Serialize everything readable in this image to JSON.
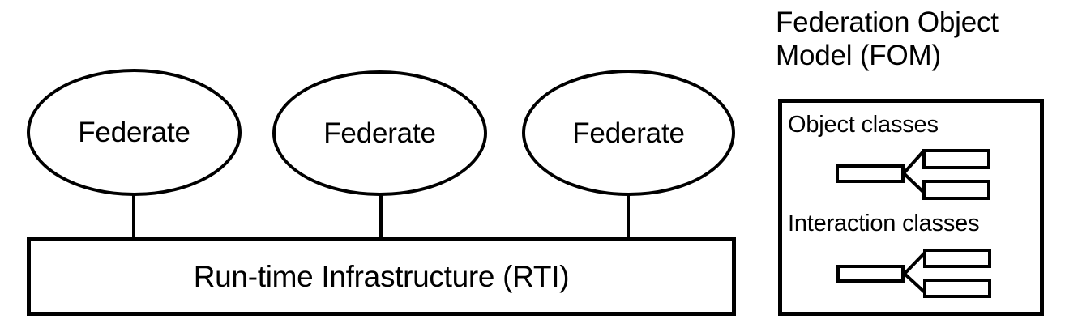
{
  "diagram": {
    "title_visible": false,
    "background_color": "#ffffff",
    "stroke_color": "#000000"
  },
  "federation": {
    "nodes": [
      {
        "label": "Federate",
        "shape": "ellipse"
      },
      {
        "label": "Federate",
        "shape": "ellipse"
      },
      {
        "label": "Federate",
        "shape": "ellipse"
      }
    ],
    "bus": {
      "label": "Run-time Infrastructure (RTI)",
      "shape": "rectangle"
    },
    "connectors": [
      {
        "from": "federate-1",
        "to": "rti-box"
      },
      {
        "from": "federate-2",
        "to": "rti-box"
      },
      {
        "from": "federate-3",
        "to": "rti-box"
      }
    ]
  },
  "fom": {
    "title": "Federation Object\nModel (FOM)",
    "sections": [
      {
        "label": "Object classes",
        "hierarchy": {
          "parent": "",
          "children": [
            "",
            ""
          ],
          "relation": "generalization"
        }
      },
      {
        "label": "Interaction classes",
        "hierarchy": {
          "parent": "",
          "children": [
            "",
            ""
          ],
          "relation": "generalization"
        }
      }
    ]
  }
}
